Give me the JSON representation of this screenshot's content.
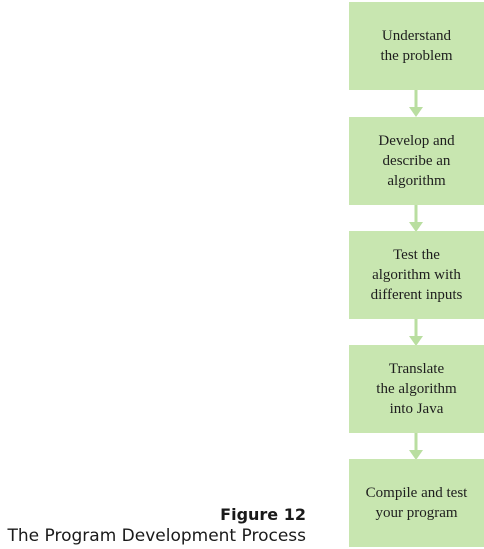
{
  "flowchart": {
    "steps": [
      {
        "label": "Understand\nthe problem"
      },
      {
        "label": "Develop and\ndescribe an\nalgorithm"
      },
      {
        "label": "Test the\nalgorithm with\ndifferent inputs"
      },
      {
        "label": "Translate\nthe algorithm\ninto Java"
      },
      {
        "label": "Compile and test\nyour program"
      }
    ]
  },
  "caption": {
    "number": "Figure 12",
    "title": "The Program Development Process"
  },
  "colors": {
    "box_fill": "#c8e6b0",
    "arrow": "#b9dea0",
    "text": "#1e1e1e"
  }
}
